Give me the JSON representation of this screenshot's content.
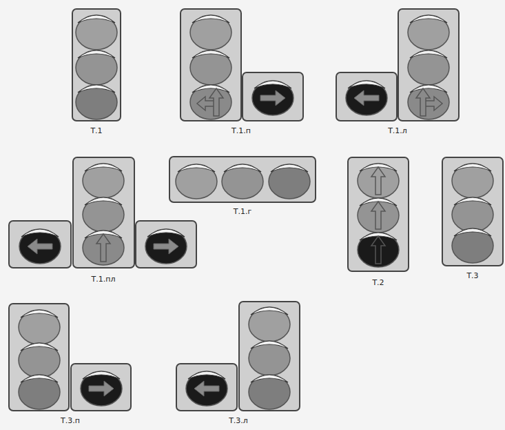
{
  "diagram": {
    "labels": [
      "Т.1",
      "Т.1.п",
      "Т.1.л",
      "Т.1.пл",
      "Т.1.г",
      "Т.2",
      "Т.3",
      "Т.3.п",
      "Т.3.л"
    ]
  }
}
